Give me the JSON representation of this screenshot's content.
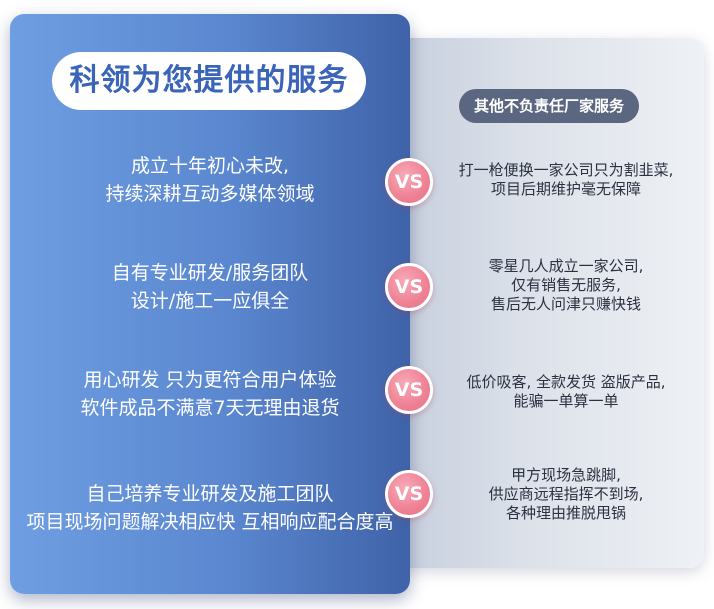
{
  "left": {
    "title": "科领为您提供的服务",
    "items": [
      {
        "line1": "成立十年初心未改,",
        "line2": "持续深耕互动多媒体领域"
      },
      {
        "line1": "自有专业研发/服务团队",
        "line2": "设计/施工一应俱全"
      },
      {
        "line1": "用心研发 只为更符合用户体验",
        "line2": "软件成品不满意7天无理由退货"
      },
      {
        "line1": "自己培养专业研发及施工团队",
        "line2": "项目现场问题解决相应快 互相响应配合度高"
      }
    ]
  },
  "right": {
    "title": "其他不负责任厂家服务",
    "items": [
      {
        "lines": [
          "打一枪便换一家公司只为割韭菜,",
          "项目后期维护毫无保障"
        ]
      },
      {
        "lines": [
          "零星几人成立一家公司,",
          "仅有销售无服务,",
          "售后无人问津只赚快钱"
        ]
      },
      {
        "lines": [
          "低价吸客, 全款发货 盗版产品,",
          "能骗一单算一单"
        ]
      },
      {
        "lines": [
          "甲方现场急跳脚,",
          "供应商远程指挥不到场,",
          "各种理由推脱甩锅"
        ]
      }
    ]
  },
  "vs_label": "VS",
  "colors": {
    "left_panel": "#5a87cf",
    "left_title_text": "#3a64b8",
    "right_panel": "#dde2ea",
    "right_title_bg": "#5b6680",
    "vs_badge": "#ef8194"
  }
}
